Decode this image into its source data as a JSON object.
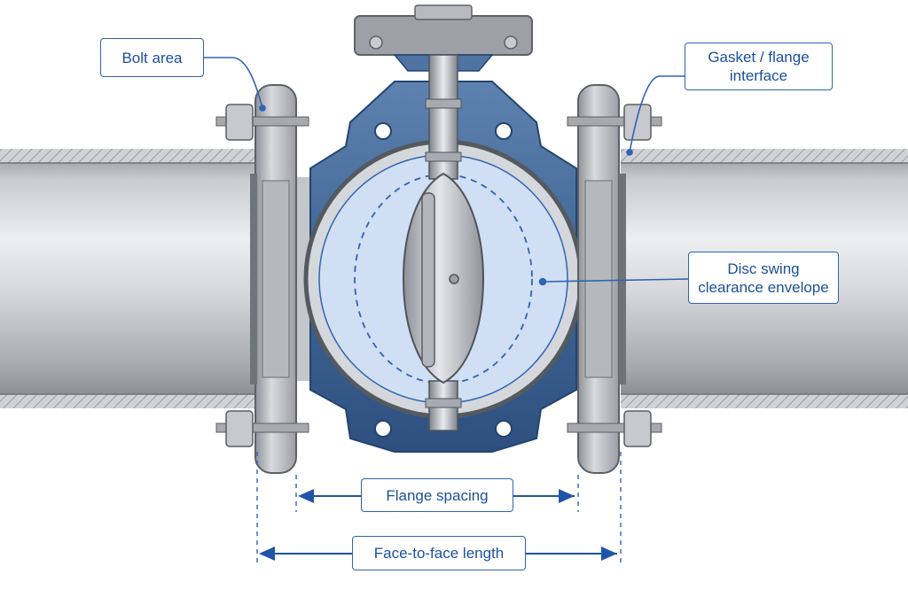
{
  "labels": {
    "bolt_area": "Bolt area",
    "gasket_line1": "Gasket / flange",
    "gasket_line2": "interface",
    "disc_line1": "Disc swing",
    "disc_line2": "clearance envelope",
    "flange_spacing": "Flange spacing",
    "face_to_face": "Face-to-face length"
  },
  "colors": {
    "callout_blue": "#2f63b5",
    "valve_body_blue": "#4a6f9c",
    "steel_gray": "#a9adb3",
    "clearance_fill": "#cfe0f7"
  }
}
